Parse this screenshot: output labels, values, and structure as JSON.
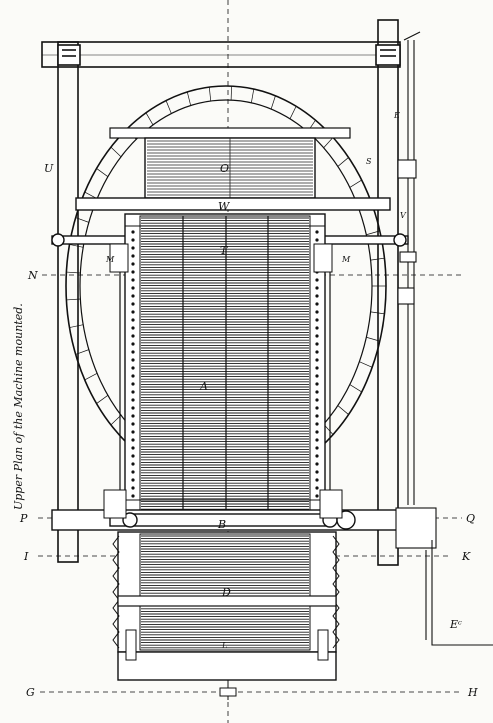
{
  "caption": "Upper Plan of the Machine mounted.",
  "section_labels": {
    "N": "N",
    "P": "P",
    "Q": "Q",
    "I": "I",
    "K": "K",
    "G": "G",
    "H": "H"
  },
  "part_labels": {
    "A": "A",
    "B": "B",
    "D": "D",
    "W": "W",
    "T": "T",
    "O": "O",
    "U": "U",
    "M": "M",
    "S": "S",
    "E": "E",
    "L": "L",
    "V": "V",
    "Ec": "Eᶜ"
  },
  "palette": {
    "ink": "#111111",
    "paper": "#fbfbf8",
    "hatch": "#222222"
  }
}
